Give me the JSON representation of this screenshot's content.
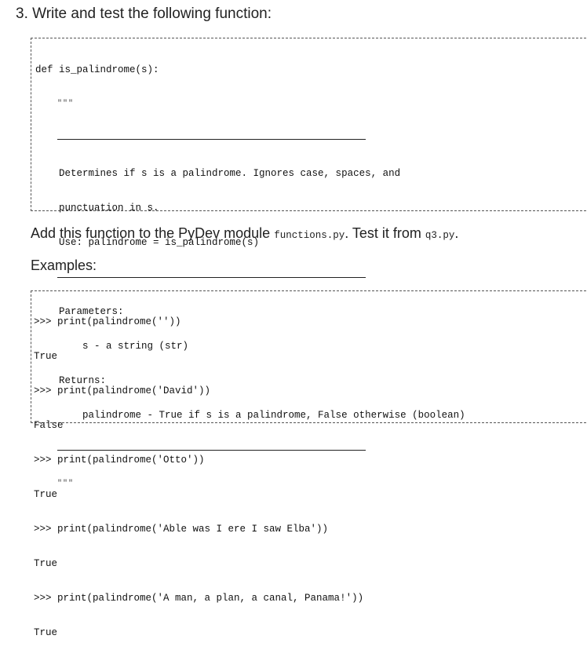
{
  "heading": "3. Write and test the following function:",
  "function_code": {
    "def_line": "def is_palindrome(s):",
    "docstring_open": "    \"\"\"",
    "description": [
      "    Determines if s is a palindrome. Ignores case, spaces, and",
      "    punctuation in s.",
      "    Use: palindrome = is_palindrome(s)"
    ],
    "parameters_label": "    Parameters:",
    "parameters": [
      "        s - a string (str)"
    ],
    "returns_label": "    Returns:",
    "returns": [
      "        palindrome - True if s is a palindrome, False otherwise (boolean)"
    ],
    "docstring_close": "    \"\"\""
  },
  "instruction": {
    "prefix": "Add this function to the PyDev module ",
    "module": "functions.py",
    "middle": ". Test it from ",
    "test_file": "q3.py",
    "suffix": "."
  },
  "examples_label": "Examples:",
  "examples": [
    ">>> print(palindrome(''))",
    "True",
    ">>> print(palindrome('David'))",
    "False",
    ">>> print(palindrome('Otto'))",
    "True",
    ">>> print(palindrome('Able was I ere I saw Elba'))",
    "True",
    ">>> print(palindrome('A man, a plan, a canal, Panama!'))",
    "True"
  ]
}
